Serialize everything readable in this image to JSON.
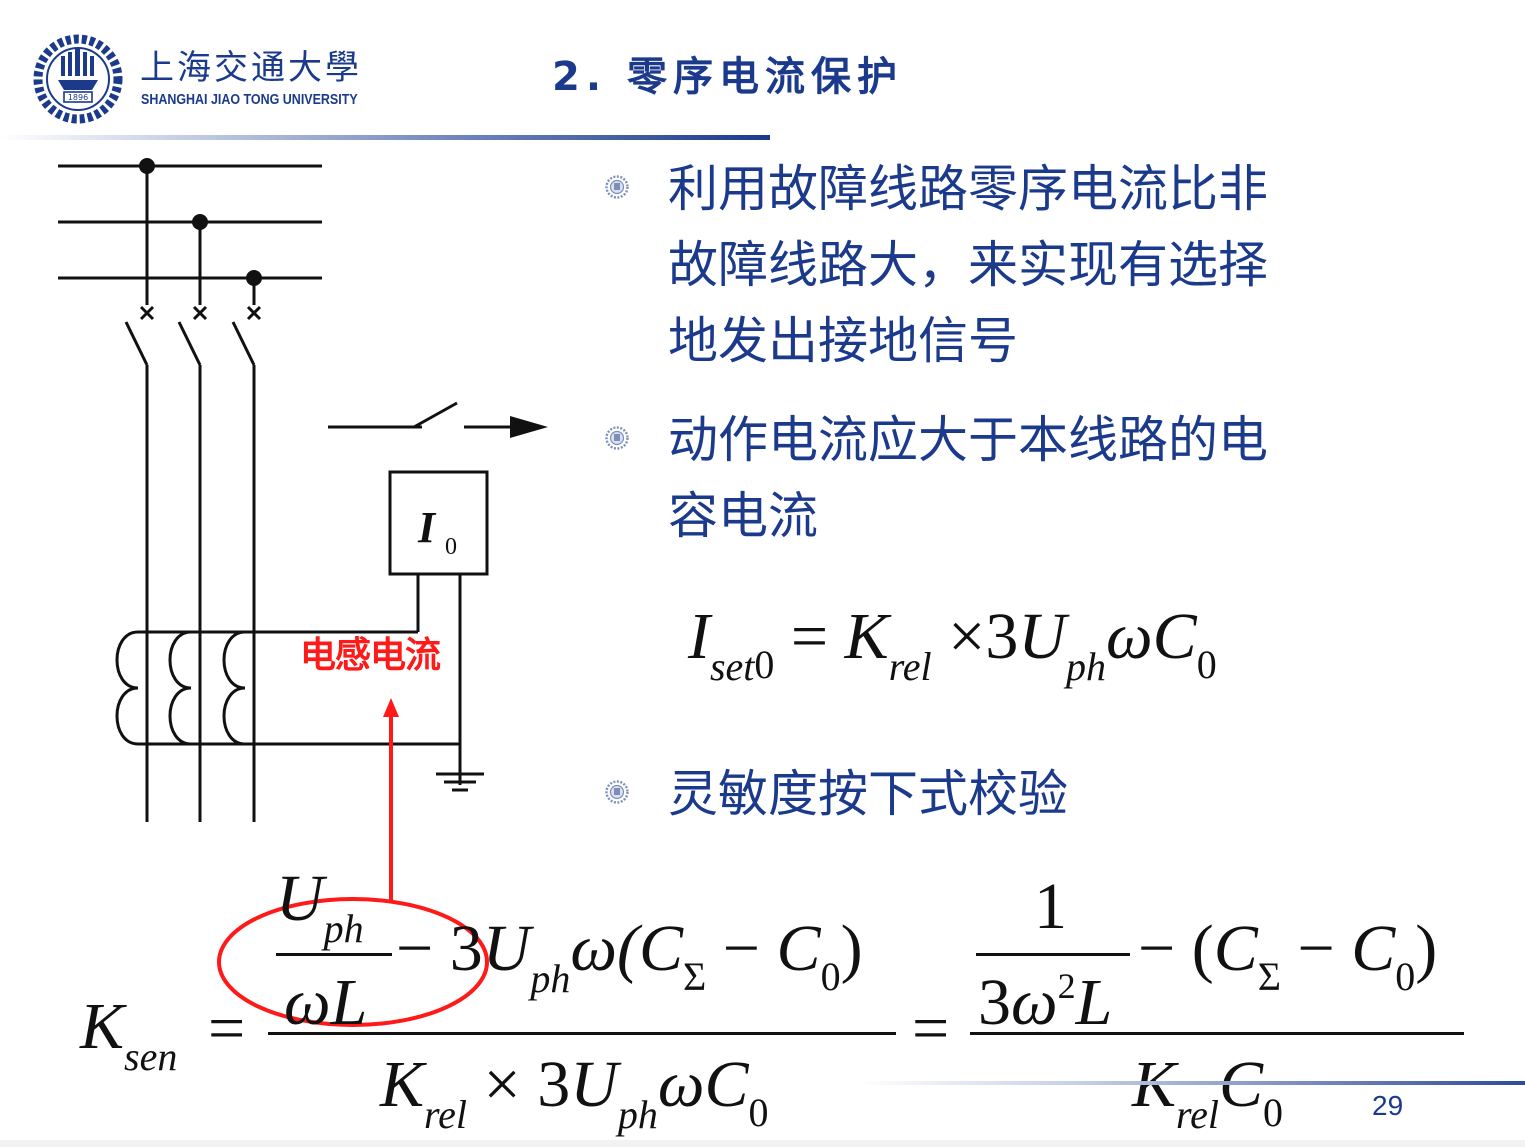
{
  "header": {
    "university_zh": "上海交通大學",
    "university_en": "SHANGHAI  JIAO TONG  UNIVERSITY",
    "logo_year": "1896",
    "title": "2. 零序电流保护"
  },
  "bullets": [
    {
      "lines": [
        "利用故障线路零序电流比非",
        "故障线路大，来实现有选择",
        "地发出接地信号"
      ]
    },
    {
      "lines": [
        "动作电流应大于本线路的电",
        "容电流"
      ]
    },
    {
      "lines": [
        "灵敏度按下式校验"
      ]
    }
  ],
  "diagram": {
    "relay_label": "I",
    "relay_sub": "0",
    "annotation": "电感电流"
  },
  "formula1": {
    "I": "I",
    "I_sub": "set",
    "I_sub2": "0",
    "eq": "=",
    "K": "K",
    "K_sub": "rel",
    "times": "×",
    "three": "3",
    "U": "U",
    "U_sub": "ph",
    "omega": "ω",
    "C": "C",
    "C_sub": "0"
  },
  "formula2": {
    "K": "K",
    "K_sub": "sen",
    "eq": "=",
    "n1_U": "U",
    "n1_U_sub": "ph",
    "n1_den": "ωL",
    "n1_rest_minus": "− 3",
    "n1_rest_U": "U",
    "n1_rest_U_sub": "ph",
    "n1_rest_omega": "ω(",
    "n1_rest_C": "C",
    "n1_rest_Csub": "Σ",
    "n1_rest_minus2": " − ",
    "n1_rest_C0": "C",
    "n1_rest_C0sub": "0",
    "n1_close": ")",
    "d1_K": "K",
    "d1_K_sub": "rel",
    "d1_times": " × 3",
    "d1_U": "U",
    "d1_U_sub": "ph",
    "d1_omega": "ω",
    "d1_C": "C",
    "d1_C_sub": "0",
    "eq2": "=",
    "n2_num": "1",
    "n2_den_three": "3",
    "n2_den_omega": "ω",
    "n2_den_sup": "2",
    "n2_den_L": "L",
    "n2_rest_minus": "− (",
    "n2_rest_C": "C",
    "n2_rest_Csub": "Σ",
    "n2_rest_minus2": " − ",
    "n2_rest_C0": "C",
    "n2_rest_C0sub": "0",
    "n2_close": ")",
    "d2_K": "K",
    "d2_K_sub": "rel",
    "d2_C": "C",
    "d2_C_sub": "0"
  },
  "page_number": "29",
  "colors": {
    "title": "#1b3a8c",
    "annotation": "#ff1a1a",
    "rule": "#2f4a9a"
  }
}
